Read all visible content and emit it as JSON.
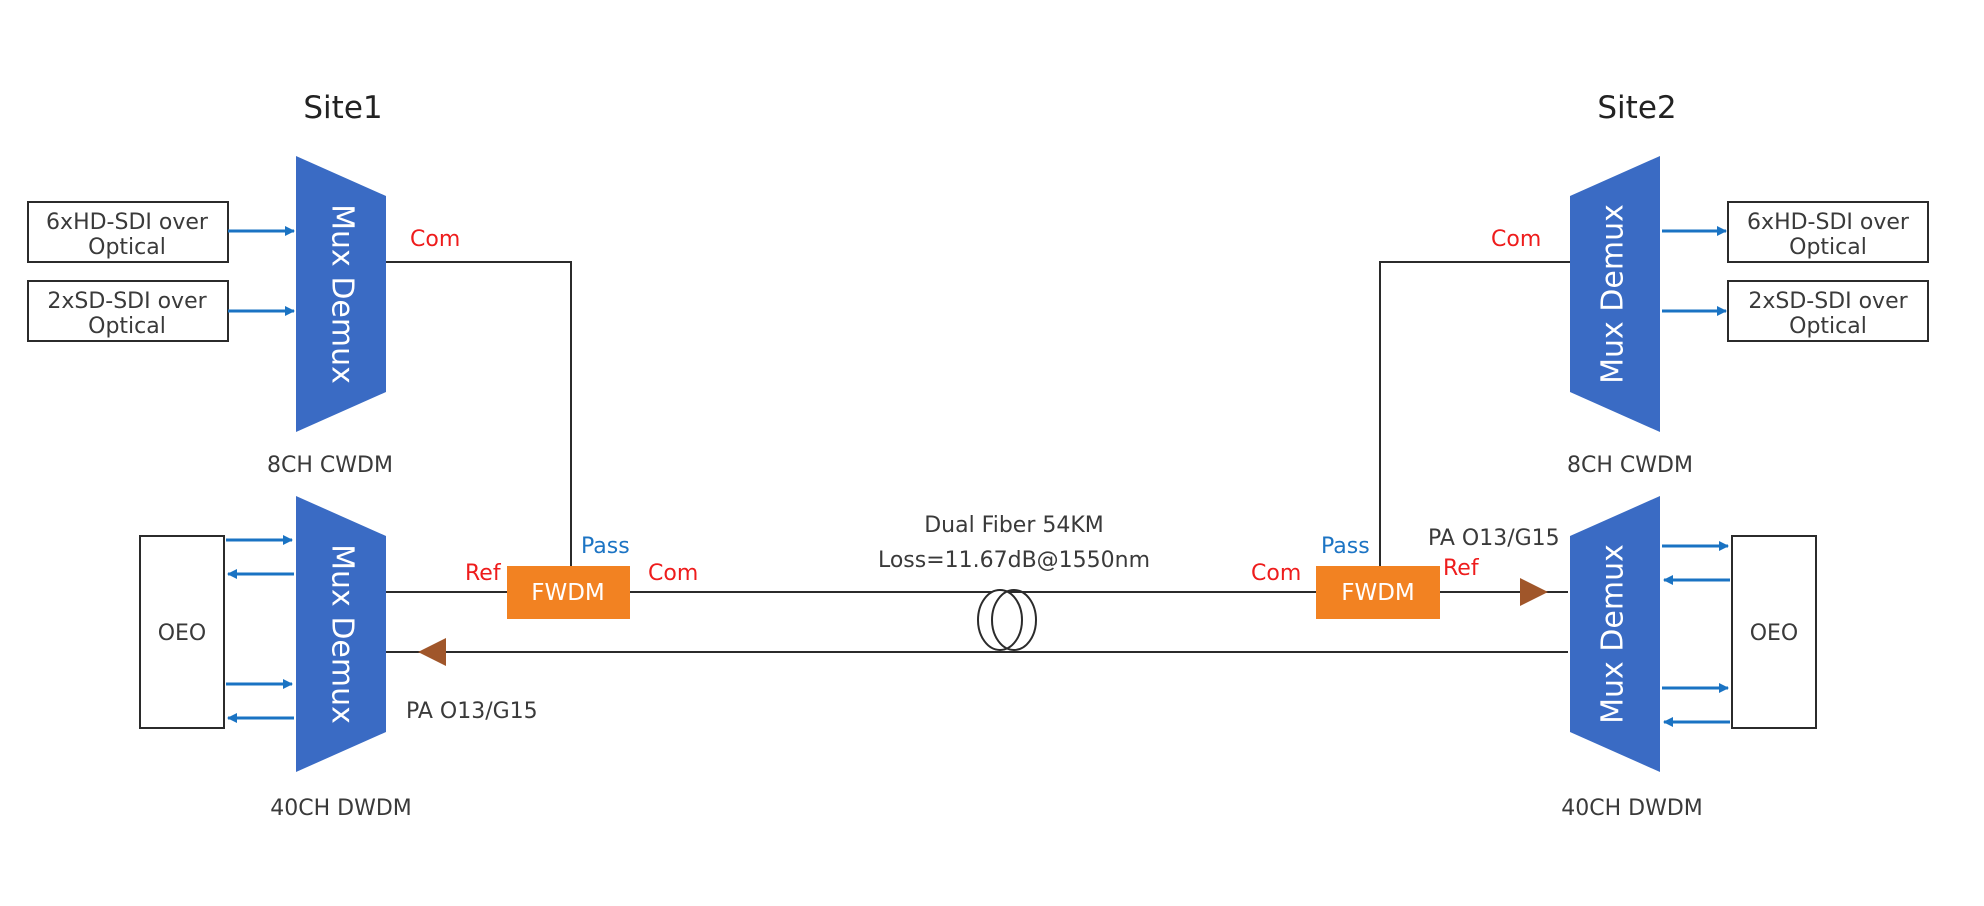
{
  "sites": {
    "site1": "Site1",
    "site2": "Site2"
  },
  "mux": {
    "label": "Mux Demux",
    "cwdm_label": "8CH CWDM",
    "dwdm_label": "40CH DWDM"
  },
  "inputs": {
    "hd": [
      "6xHD-SDI over",
      "Optical"
    ],
    "sd": [
      "2xSD-SDI over",
      "Optical"
    ]
  },
  "oeo": "OEO",
  "fwdm": {
    "label": "FWDM",
    "com": "Com",
    "pass": "Pass",
    "ref": "Ref"
  },
  "amplifier": "PA O13/G15",
  "fiber": {
    "line1": "Dual Fiber 54KM",
    "line2": "Loss=11.67dB@1550nm"
  },
  "colors": {
    "mux_blue": "#3a6bc4",
    "fwdm_orange": "#f28222",
    "arrow_blue": "#1a73c3",
    "amp_brown": "#a0562a",
    "label_red": "#ee1c1c",
    "label_blue": "#1c74c4"
  }
}
